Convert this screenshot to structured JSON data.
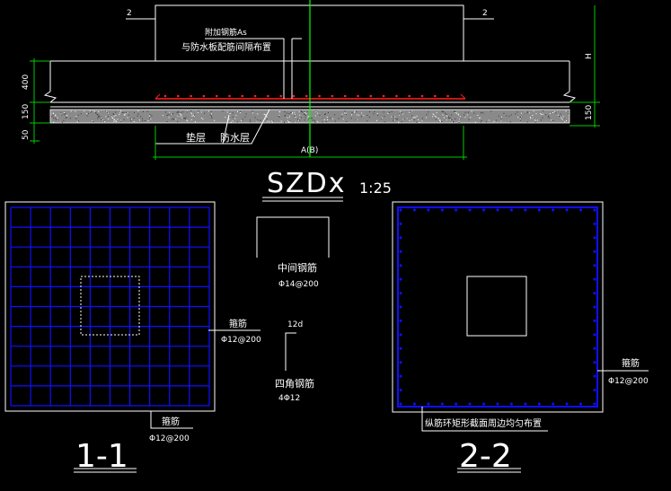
{
  "colors": {
    "background": "#000000",
    "outline": "#ffffff",
    "dimension": "#00cc00",
    "axis": "#00ff00",
    "rebar": "#1010ff",
    "rebar_dots": "#ff2020",
    "section_fill": "#8a8a8a"
  },
  "elevation": {
    "section_marks": [
      "2",
      "2"
    ],
    "rebar_note_1": "附加钢筋As",
    "rebar_note_2": "与防水板配筋间隔布置",
    "dim_left": [
      "400",
      "150",
      "50"
    ],
    "dim_right_top": "H",
    "dim_right_bottom": "150",
    "layer_labels": [
      "垫层",
      "防水层"
    ],
    "width_label": "A(B)",
    "drawing_title": "SZDx",
    "scale": "1:25"
  },
  "section_1_1": {
    "title": "1-1",
    "side_label": "箍筋",
    "side_spec": "Φ12@200",
    "bottom_label": "箍筋",
    "bottom_spec": "Φ12@200"
  },
  "details": {
    "middle_label": "中间钢筋",
    "middle_spec": "Φ14@200",
    "hook_length": "12d",
    "corner_label": "四角钢筋",
    "corner_spec": "4Φ12"
  },
  "section_2_2": {
    "title": "2-2",
    "side_label": "箍筋",
    "side_spec": "Φ12@200",
    "note": "纵筋环矩形截面周边均匀布置"
  }
}
